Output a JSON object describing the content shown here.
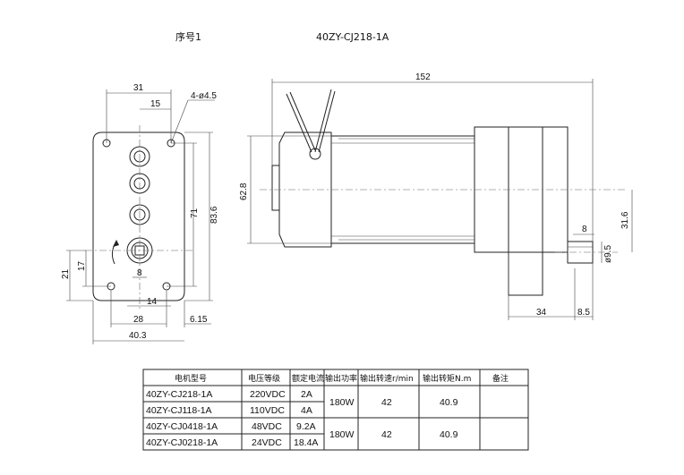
{
  "header": {
    "serial": "序号1",
    "model": "40ZY-CJ218-1A"
  },
  "front_view": {
    "dims": {
      "d31": "31",
      "d15": "15",
      "holes": "4-ø4.5",
      "d71": "71",
      "d83_6": "83.6",
      "d17": "17",
      "d21": "21",
      "d8": "8",
      "d14": "14",
      "d28": "28",
      "d6_15": "6.15",
      "d40_3": "40.3"
    }
  },
  "side_view": {
    "dims": {
      "d152": "152",
      "d62_8": "62.8",
      "d31_6": "31.6",
      "d8": "8",
      "d9_5": "ø9.5",
      "d34": "34",
      "d8_5": "8.5"
    }
  },
  "table": {
    "headers": [
      "电机型号",
      "电压等级",
      "额定电流",
      "输出功率",
      "输出转速r/min",
      "输出转矩N.m",
      "备注"
    ],
    "rows": [
      [
        "40ZY-CJ218-1A",
        "220VDC",
        "2A"
      ],
      [
        "40ZY-CJ118-1A",
        "110VDC",
        "4A"
      ],
      [
        "40ZY-CJ0418-1A",
        "48VDC",
        "9.2A"
      ],
      [
        "40ZY-CJ0218-1A",
        "24VDC",
        "18.4A"
      ]
    ],
    "groups": [
      {
        "power": "180W",
        "speed": "42",
        "torque": "40.9"
      },
      {
        "power": "180W",
        "speed": "42",
        "torque": "40.9"
      }
    ]
  }
}
